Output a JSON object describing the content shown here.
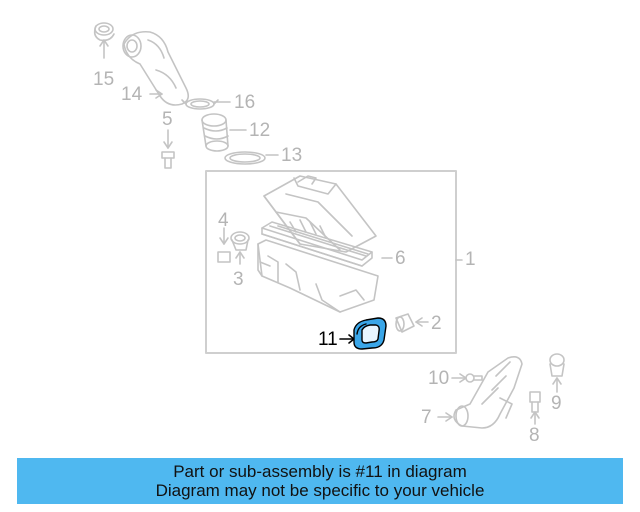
{
  "diagram": {
    "highlighted_part": "11",
    "highlight_color": "#3aa6e8",
    "line_color": "#c4c4c4",
    "callouts": [
      "1",
      "2",
      "3",
      "4",
      "5",
      "6",
      "7",
      "8",
      "9",
      "10",
      "11",
      "12",
      "13",
      "14",
      "15",
      "16"
    ]
  },
  "banner": {
    "line1": "Part or sub-assembly is #11 in diagram",
    "line2": "Diagram may not be specific to your vehicle",
    "background": "#4fb8f0"
  }
}
